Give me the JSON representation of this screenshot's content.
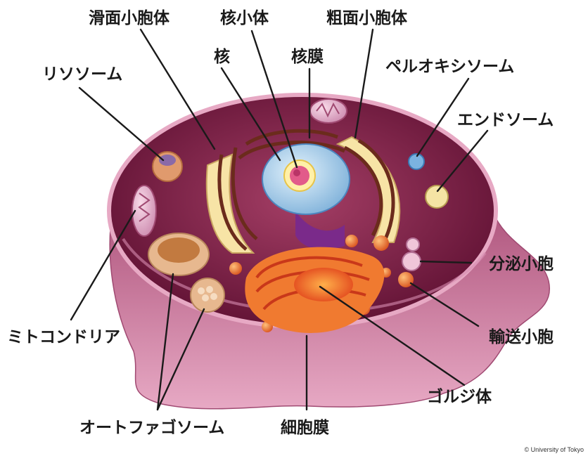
{
  "labels": {
    "smooth_er": "滑面小胞体",
    "nucleolus": "核小体",
    "rough_er": "粗面小胞体",
    "nucleus": "核",
    "nuclear_envelope": "核膜",
    "lysosome": "リソソーム",
    "peroxisome": "ペルオキシソーム",
    "endosome": "エンドソーム",
    "secretory_vesicle": "分泌小胞",
    "transport_vesicle": "輸送小胞",
    "golgi": "ゴルジ体",
    "mitochondria": "ミトコンドリア",
    "autophagosome": "オートファゴソーム",
    "cell_membrane": "細胞膜"
  },
  "copyright": "© University of Tokyo"
}
